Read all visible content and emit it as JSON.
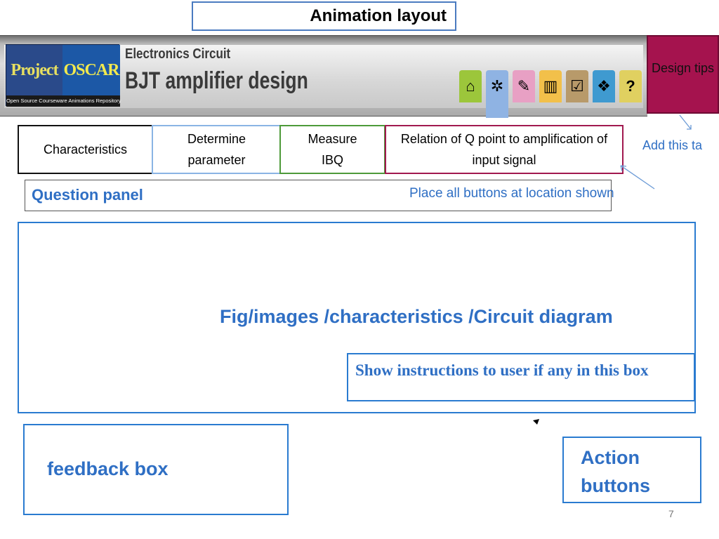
{
  "slide": {
    "title": "Animation layout",
    "page_number": "7"
  },
  "banner": {
    "logo_left": "Project",
    "logo_right": "OSCAR",
    "logo_subtitle": "Open Source Courseware Animations Repository",
    "subtitle": "Electronics Circuit",
    "title": "BJT amplifier design",
    "nav_icons": [
      "home-icon",
      "pointer-icon",
      "pencil-icon",
      "book-icon",
      "checkbox-icon",
      "stack-icon",
      "help-icon"
    ],
    "nav_glyphs": [
      "⌂",
      "✲",
      "✎",
      "▥",
      "☑",
      "❖",
      "?"
    ],
    "nav_colors": [
      "#9cc63b",
      "#8fb3e3",
      "#e8a0c4",
      "#f2c04a",
      "#b89a6a",
      "#3f9ad0",
      "#e0d060"
    ]
  },
  "design_tips": {
    "label": "Design tips",
    "note": "Add this ta"
  },
  "tabs": [
    {
      "label": "Characteristics"
    },
    {
      "label": "Determine parameter"
    },
    {
      "label": "Measure IBQ"
    },
    {
      "label": "Relation of Q point to amplification of input signal"
    }
  ],
  "question_panel": {
    "label": "Question panel",
    "note": "Place all buttons  at location shown"
  },
  "figure_panel": {
    "label": "Fig/images /characteristics /Circuit diagram",
    "instructions": "Show  instructions to user if any in this box"
  },
  "feedback": {
    "label": "feedback  box"
  },
  "actions": {
    "label": "Action buttons"
  },
  "colors": {
    "accent_blue": "#2f6fc4",
    "border_blue": "#2a7bd0",
    "tips_magenta": "#a5134e"
  }
}
